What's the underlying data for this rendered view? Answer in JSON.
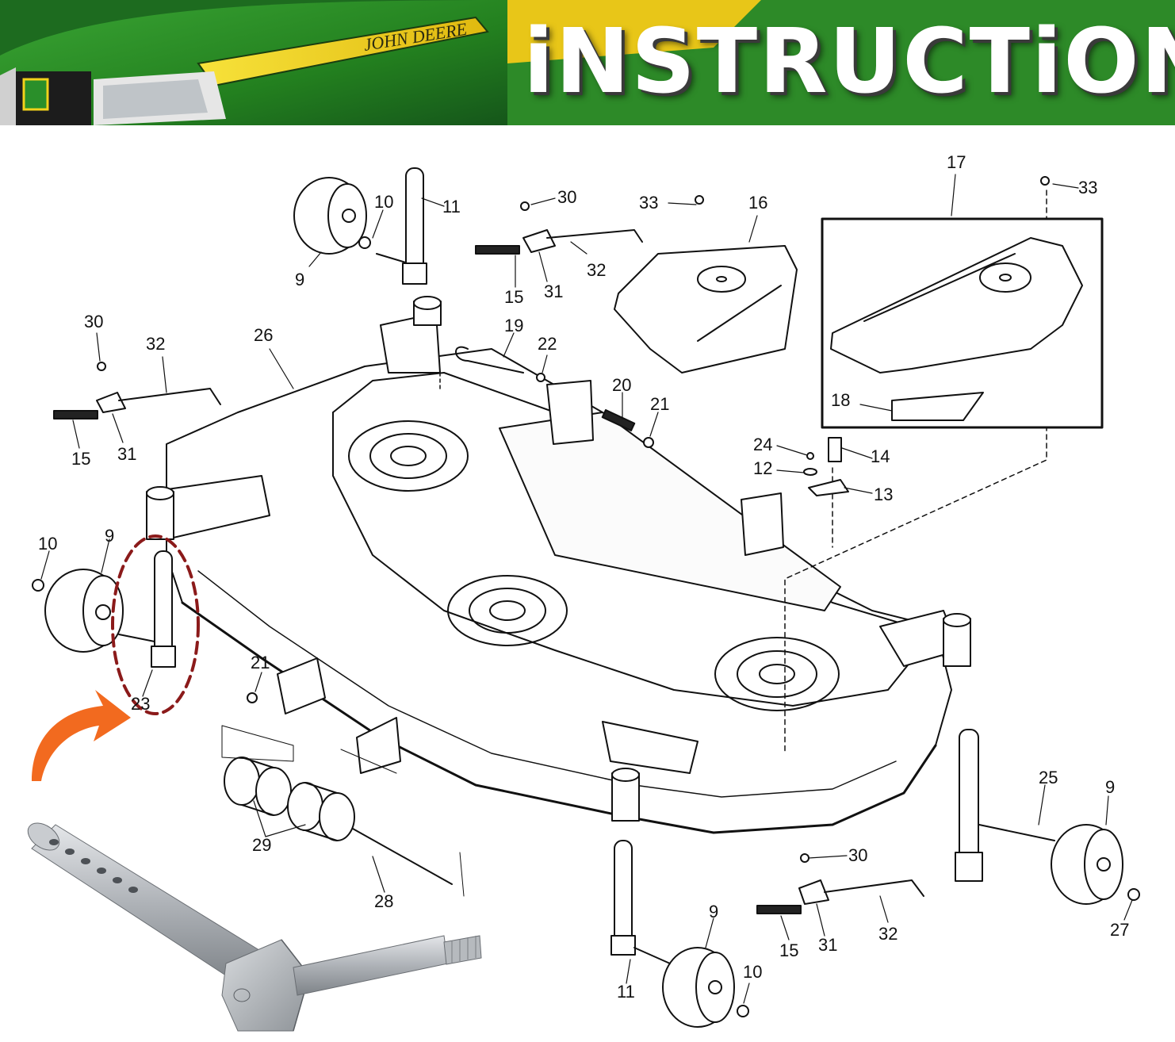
{
  "banner": {
    "title": "iNSTRUCTiON",
    "brand_badge": "JOHN DEERE"
  },
  "colors": {
    "banner_green": "#2f8f2a",
    "banner_yellow": "#f2d21a",
    "highlight_circle": "#8b1a1a",
    "arrow_orange": "#f26a1f",
    "line_art": "#111111"
  },
  "callouts": {
    "c9_top": "9",
    "c10_top": "10",
    "c11_top": "11",
    "c30_top": "30",
    "c32_top": "32",
    "c15_top": "15",
    "c31_top": "31",
    "c33_mid": "33",
    "c16": "16",
    "c17": "17",
    "c33_right": "33",
    "c18": "18",
    "c30_left": "30",
    "c32_left": "32",
    "c15_left": "15",
    "c31_left": "31",
    "c26": "26",
    "c19": "19",
    "c22": "22",
    "c20": "20",
    "c21_mid": "21",
    "c24": "24",
    "c14": "14",
    "c12": "12",
    "c13": "13",
    "c10_left": "10",
    "c9_left": "9",
    "c23": "23",
    "c21_low": "21",
    "c29": "29",
    "c28": "28",
    "c11_bottom": "11",
    "c9_bottom": "9",
    "c10_bottom": "10",
    "c30_bottom": "30",
    "c15_bottom": "15",
    "c31_bottom": "31",
    "c32_bottom": "32",
    "c25": "25",
    "c9_right": "9",
    "c27": "27"
  }
}
